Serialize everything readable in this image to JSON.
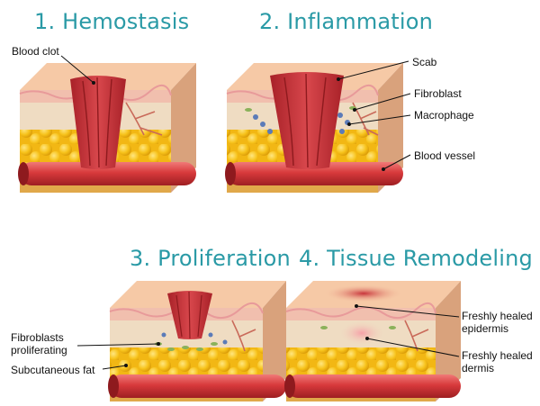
{
  "stages": [
    {
      "title": "1. Hemostasis"
    },
    {
      "title": "2. Inflammation"
    },
    {
      "title": "3. Proliferation"
    },
    {
      "title": "4. Tissue Remodeling"
    }
  ],
  "labels": {
    "blood_clot": "Blood clot",
    "scab": "Scab",
    "fibroblast": "Fibroblast",
    "macrophage": "Macrophage",
    "blood_vessel": "Blood vessel",
    "fibroblasts_proliferating_1": "Fibroblasts",
    "fibroblasts_proliferating_2": "proliferating",
    "subcutaneous_fat": "Subcutaneous fat",
    "freshly_healed_epidermis_1": "Freshly healed",
    "freshly_healed_epidermis_2": "epidermis",
    "freshly_healed_dermis_1": "Freshly healed",
    "freshly_healed_dermis_2": "dermis"
  },
  "colors": {
    "title": "#2a9aa6",
    "skin_top": "#f6c9a6",
    "dermis": "#efdcc2",
    "fat": "#f7c21a",
    "clot": "#c8333a",
    "vessel": "#d83a3c"
  }
}
